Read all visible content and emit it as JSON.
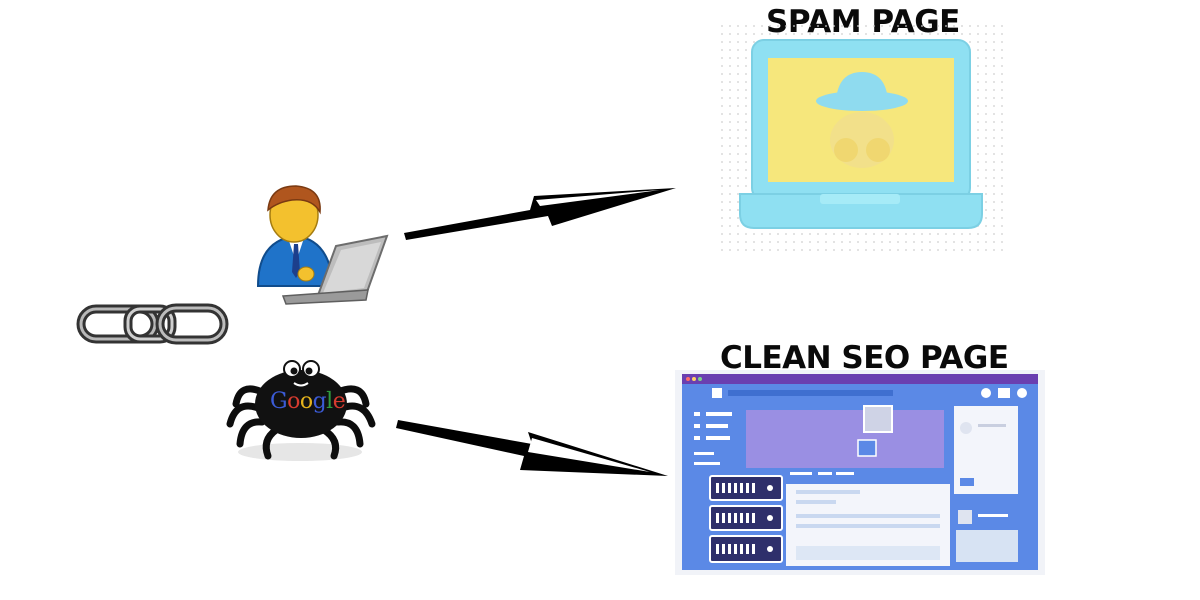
{
  "spam_page": {
    "title": "SPAM PAGE"
  },
  "clean_page": {
    "title": "CLEAN SEO PAGE"
  },
  "spider": {
    "letters": [
      "G",
      "o",
      "o",
      "g",
      "l",
      "e"
    ],
    "letter_colors": [
      "#3b5bd6",
      "#d63b2f",
      "#e3b21c",
      "#3b5bd6",
      "#2f9a3f",
      "#d63b2f"
    ]
  },
  "colors": {
    "spam_laptop": "#8fe0f2",
    "spam_screen": "#f6e77c",
    "seo_frame": "#5b89e6",
    "seo_banner": "#9a8fe3",
    "server": "#2e2f6b"
  }
}
